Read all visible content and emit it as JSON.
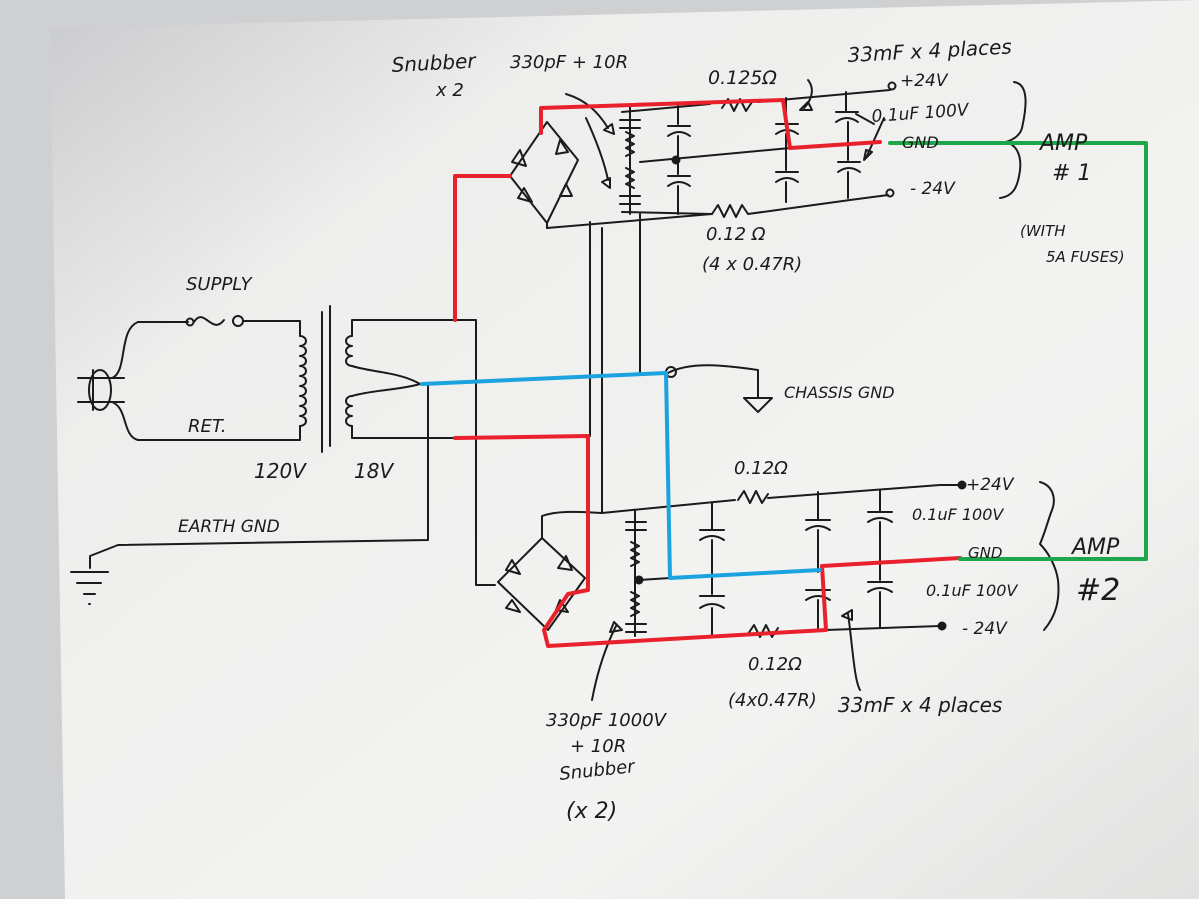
{
  "labels": {
    "snubber_top": "Snubber",
    "snubber_top_count": "x 2",
    "snubber_top_value": "330pF + 10R",
    "res_top_1": "0.125Ω",
    "caps_top_note": "33mF x 4 places",
    "amp1_plus": "+24V",
    "amp1_bypass": "0.1uF 100V",
    "amp1_gnd": "GND",
    "amp1_minus": "- 24V",
    "amp1_title": "AMP",
    "amp1_num": "# 1",
    "fuse_note_1": "(WITH",
    "fuse_note_2": "5A FUSES)",
    "res_top_2": "0.12 Ω",
    "res_top_2_note": "(4 x 0.47R)",
    "supply": "SUPPLY",
    "ret": "RET.",
    "v_primary": "120V",
    "v_secondary": "18V",
    "chassis_gnd": "CHASSIS GND",
    "earth_gnd": "EARTH GND",
    "res_bot_1": "0.12Ω",
    "amp2_plus": "+24V",
    "amp2_bypass_1": "0.1uF 100V",
    "amp2_gnd": "GND",
    "amp2_title": "AMP",
    "amp2_num": "#2",
    "amp2_bypass_2": "0.1uF 100V",
    "amp2_minus": "- 24V",
    "res_bot_2": "0.12Ω",
    "res_bot_2_note": "(4x0.47R)",
    "caps_bot_note": "33mF x 4 places",
    "snub_bot_1": "330pF 1000V",
    "snub_bot_2": "+ 10R",
    "snub_bot_3": "Snubber",
    "snub_bot_4": "(x 2)"
  },
  "colors": {
    "ink": "#1b1b1b",
    "red_trace": "#e8212c",
    "blue_trace": "#1aa3df",
    "green_trace": "#1fa64a",
    "paper": "#f1f1f0"
  }
}
